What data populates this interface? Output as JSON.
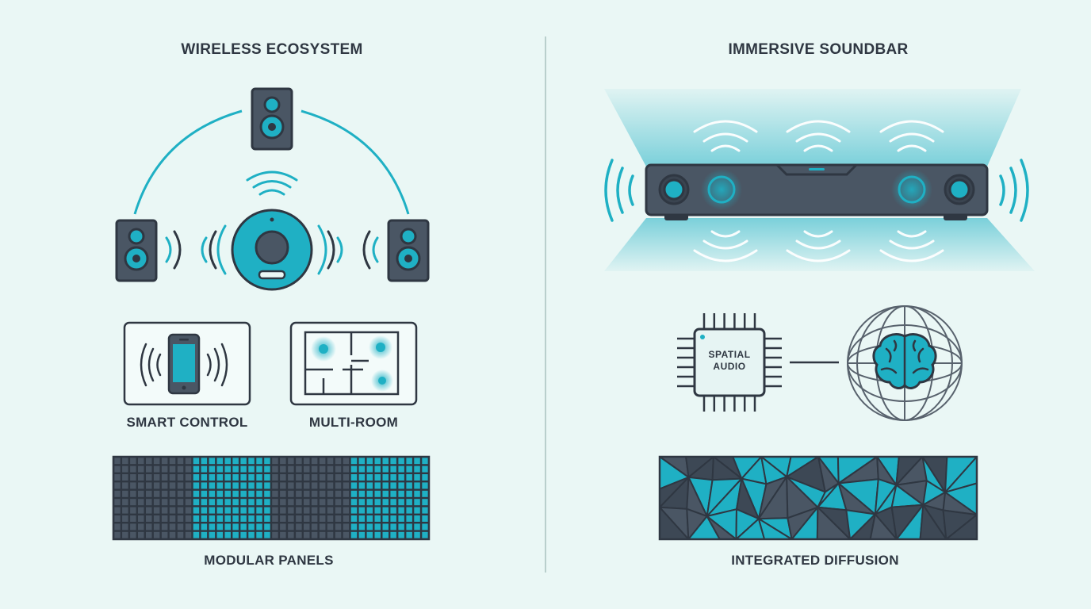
{
  "left": {
    "title": "WIRELESS ECOSYSTEM",
    "smart_control_label": "SMART CONTROL",
    "multi_room_label": "MULTI-ROOM",
    "modular_panels_label": "MODULAR PANELS"
  },
  "right": {
    "title": "IMMERSIVE SOUNDBAR",
    "chip_line1": "SPATIAL",
    "chip_line2": "AUDIO",
    "diffusion_label": "INTEGRATED DIFFUSION"
  },
  "colors": {
    "background": "#eaf7f5",
    "outline": "#2f3742",
    "accent": "#1fb0c4",
    "panel_dark": "#4a5664"
  },
  "icons": [
    "speaker-icon",
    "hub-icon",
    "smartphone-icon",
    "floorplan-icon",
    "chip-icon",
    "brain-icon",
    "globe-icon",
    "soundbar-icon"
  ]
}
